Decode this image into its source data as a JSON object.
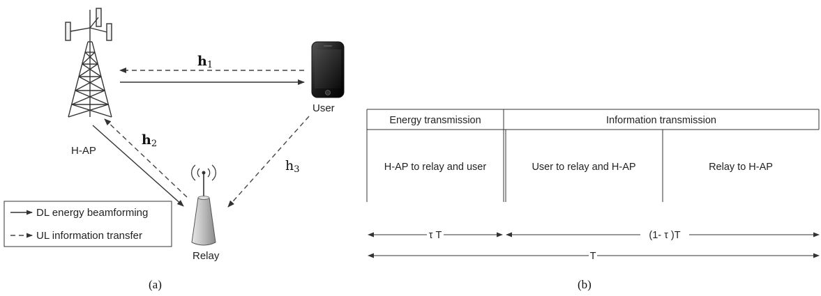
{
  "diagram_a": {
    "caption": "(a)",
    "hap_label": "H-AP",
    "user_label": "User",
    "relay_label": "Relay",
    "h1": {
      "base": "h",
      "sub": "1"
    },
    "h2": {
      "base": "h",
      "sub": "2"
    },
    "h3": {
      "base": "h",
      "sub": "3"
    },
    "legend": {
      "solid_label": "DL energy beamforming",
      "dashed_label": "UL information transfer"
    }
  },
  "diagram_b": {
    "caption": "(b)",
    "header_energy": "Energy transmission",
    "header_info": "Information transmission",
    "cell_1": "H-AP to relay and user",
    "cell_2": "User to relay and H-AP",
    "cell_3": "Relay to H-AP",
    "timing_tau": "τ T",
    "timing_rest": "(1- τ )T",
    "timing_total": "T"
  },
  "colors": {
    "line": "#333333",
    "phone_body": "#1a1a1a",
    "relay_gray": "#c8c8c8"
  },
  "icons": [
    "tower-icon",
    "smartphone-icon",
    "relay-antenna-icon"
  ]
}
